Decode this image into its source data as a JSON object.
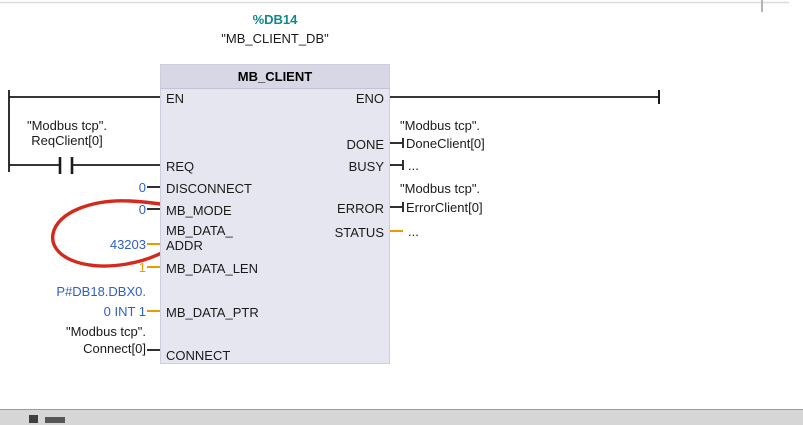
{
  "block": {
    "db": "%DB14",
    "instance": "\"MB_CLIENT_DB\"",
    "title": "MB_CLIENT",
    "pins": {
      "en": "EN",
      "eno": "ENO",
      "req": "REQ",
      "disconnect": "DISCONNECT",
      "mb_mode": "MB_MODE",
      "mb_data_addr_l1": "MB_DATA_",
      "mb_data_addr_l2": "ADDR",
      "mb_data_len": "MB_DATA_LEN",
      "mb_data_ptr": "MB_DATA_PTR",
      "connect": "CONNECT",
      "done": "DONE",
      "busy": "BUSY",
      "error": "ERROR",
      "status": "STATUS"
    }
  },
  "inputs": {
    "req_l1": "\"Modbus tcp\".",
    "req_l2": "ReqClient[0]",
    "disconnect": "0",
    "mb_mode": "0",
    "mb_data_addr": "43203",
    "mb_data_len": "1",
    "mb_data_ptr_l1": "P#DB18.DBX0.",
    "mb_data_ptr_l2": "0 INT 1",
    "connect_l1": "\"Modbus tcp\".",
    "connect_l2": "Connect[0]"
  },
  "outputs": {
    "done_l1": "\"Modbus tcp\".",
    "done_l2": "DoneClient[0]",
    "busy": "...",
    "error_l1": "\"Modbus tcp\".",
    "error_l2": "ErrorClient[0]",
    "status": "..."
  },
  "colors": {
    "db_teal": "#0d8a8f",
    "constant_blue": "#2f5fc4",
    "unconnected_orange": "#e89c00",
    "annotation_red": "#d42a1e",
    "block_body": "#e6e6f0",
    "block_header": "#d7d7e6"
  }
}
